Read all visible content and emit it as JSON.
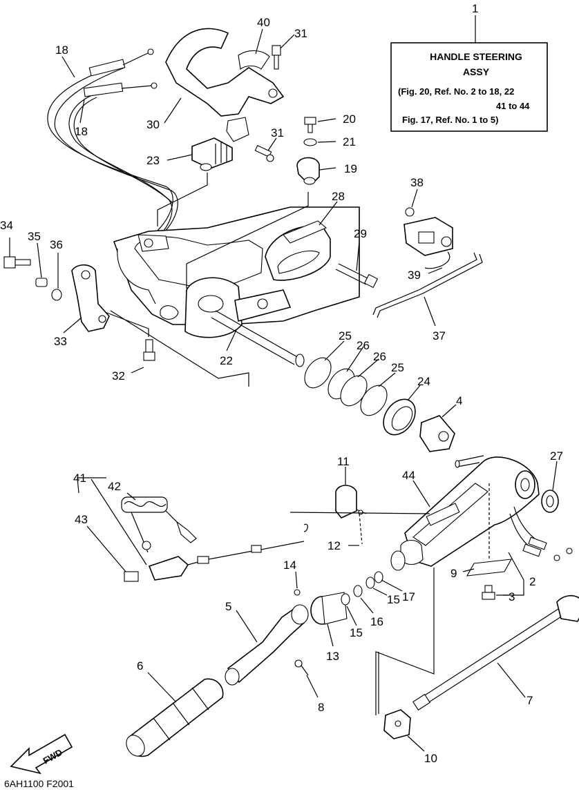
{
  "info_box": {
    "ref": "1",
    "line1": "HANDLE STEERING",
    "line2": "ASSY",
    "line3": "(Fig. 20, Ref. No. 2 to 18, 22",
    "line4": "41 to 44",
    "line5": "Fig. 17, Ref. No. 1 to 5)"
  },
  "footer_code": "6AH1100 F2001",
  "fwd_label": "FWD",
  "callouts": [
    {
      "id": "c1",
      "label": "1"
    },
    {
      "id": "c2",
      "label": "2"
    },
    {
      "id": "c3",
      "label": "3"
    },
    {
      "id": "c4",
      "label": "4"
    },
    {
      "id": "c5",
      "label": "5"
    },
    {
      "id": "c6",
      "label": "6"
    },
    {
      "id": "c7",
      "label": "7"
    },
    {
      "id": "c8",
      "label": "8"
    },
    {
      "id": "c9",
      "label": "9"
    },
    {
      "id": "c10",
      "label": "10"
    },
    {
      "id": "c11",
      "label": "11"
    },
    {
      "id": "c12",
      "label": "12"
    },
    {
      "id": "c13",
      "label": "13"
    },
    {
      "id": "c14",
      "label": "14"
    },
    {
      "id": "c15a",
      "label": "15"
    },
    {
      "id": "c15b",
      "label": "15"
    },
    {
      "id": "c16",
      "label": "16"
    },
    {
      "id": "c17",
      "label": "17"
    },
    {
      "id": "c18a",
      "label": "18"
    },
    {
      "id": "c18b",
      "label": "18"
    },
    {
      "id": "c19",
      "label": "19"
    },
    {
      "id": "c20",
      "label": "20"
    },
    {
      "id": "c21",
      "label": "21"
    },
    {
      "id": "c22",
      "label": "22"
    },
    {
      "id": "c23",
      "label": "23"
    },
    {
      "id": "c24",
      "label": "24"
    },
    {
      "id": "c25a",
      "label": "25"
    },
    {
      "id": "c25b",
      "label": "25"
    },
    {
      "id": "c26a",
      "label": "26"
    },
    {
      "id": "c26b",
      "label": "26"
    },
    {
      "id": "c27",
      "label": "27"
    },
    {
      "id": "c28",
      "label": "28"
    },
    {
      "id": "c29",
      "label": "29"
    },
    {
      "id": "c30",
      "label": "30"
    },
    {
      "id": "c31a",
      "label": "31"
    },
    {
      "id": "c31b",
      "label": "31"
    },
    {
      "id": "c32",
      "label": "32"
    },
    {
      "id": "c33",
      "label": "33"
    },
    {
      "id": "c34",
      "label": "34"
    },
    {
      "id": "c35",
      "label": "35"
    },
    {
      "id": "c36",
      "label": "36"
    },
    {
      "id": "c37",
      "label": "37"
    },
    {
      "id": "c38",
      "label": "38"
    },
    {
      "id": "c39",
      "label": "39"
    },
    {
      "id": "c40",
      "label": "40"
    },
    {
      "id": "c41",
      "label": "41"
    },
    {
      "id": "c42",
      "label": "42"
    },
    {
      "id": "c43",
      "label": "43"
    },
    {
      "id": "c44",
      "label": "44"
    }
  ]
}
